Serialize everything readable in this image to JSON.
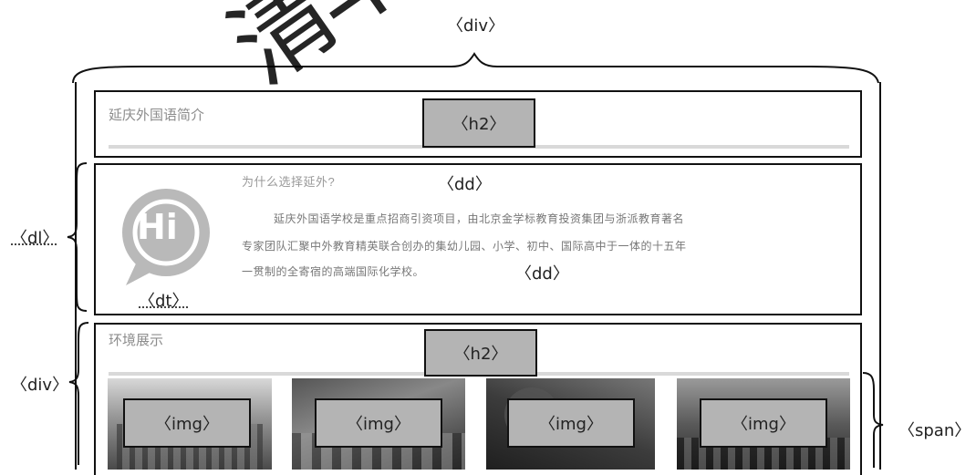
{
  "annotations": {
    "top_div": "〈div〉",
    "h2_header": "〈h2〉",
    "dd_title": "〈dd〉",
    "dd_body": "〈dd〉",
    "dt": "〈dt〉",
    "dl": "〈dl〉",
    "h2_env": "〈h2〉",
    "left_div": "〈div〉",
    "img_labels": [
      "〈img〉",
      "〈img〉",
      "〈img〉",
      "〈img〉"
    ],
    "span": "〈span〉"
  },
  "watermark": "清华大",
  "header": {
    "title": "延庆外国语简介"
  },
  "intro": {
    "logo_text": "Hi",
    "question": "为什么选择延外?",
    "paragraph_lines": [
      "延庆外国语学校是重点招商引资项目，由北京金学标教育投资集团与浙派教育著名",
      "专家团队汇聚中外教育精英联合创办的集幼儿园、小学、初中、国际高中于一体的十五年",
      "一贯制的全寄宿的高端国际化学校。"
    ]
  },
  "environment": {
    "title": "环境展示"
  },
  "colors": {
    "tag_fill": "#b4b4b4",
    "border": "#111111",
    "grey_text": "#8c8c8c"
  }
}
